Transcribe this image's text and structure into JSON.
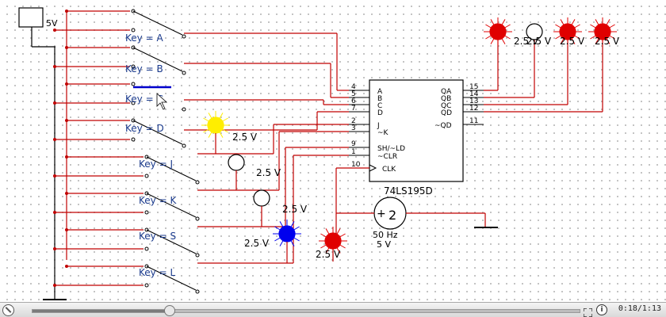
{
  "circuit": {
    "source_voltage": "5V",
    "keys": [
      {
        "label": "Key = A"
      },
      {
        "label": "Key = B"
      },
      {
        "label": "Key = C"
      },
      {
        "label": "Key = D"
      },
      {
        "label": "Key = J"
      },
      {
        "label": "Key = K"
      },
      {
        "label": "Key = S"
      },
      {
        "label": "Key = L"
      }
    ],
    "chip": {
      "name": "74LS195D",
      "left_pins": [
        {
          "num": "4",
          "name": "A"
        },
        {
          "num": "5",
          "name": "B"
        },
        {
          "num": "6",
          "name": "C"
        },
        {
          "num": "7",
          "name": "D"
        },
        {
          "num": "2",
          "name": "J"
        },
        {
          "num": "3",
          "name": "~K"
        },
        {
          "num": "9",
          "name": "SH/~LD"
        },
        {
          "num": "1",
          "name": "~CLR"
        },
        {
          "num": "10",
          "name": "CLK"
        }
      ],
      "right_pins": [
        {
          "num": "15",
          "name": "QA"
        },
        {
          "num": "14",
          "name": "QB"
        },
        {
          "num": "13",
          "name": "QC"
        },
        {
          "num": "12",
          "name": "QD"
        },
        {
          "num": "11",
          "name": "~QD"
        }
      ]
    },
    "probes": [
      {
        "label": "2.5 V",
        "state": "red"
      },
      {
        "label": "2.5 V",
        "state": "off"
      },
      {
        "label": "2.5 V",
        "state": "red"
      },
      {
        "label": "2.5 V",
        "state": "red"
      },
      {
        "label": "2.5 V",
        "state": "yellow"
      },
      {
        "label": "2.5 V",
        "state": "off"
      },
      {
        "label": "2.5 V",
        "state": "off"
      },
      {
        "label": "2.5 V",
        "state": "blue"
      },
      {
        "label": "2.5 V",
        "state": "red"
      }
    ],
    "clock": {
      "frequency": "50 Hz",
      "amplitude": "5 V"
    }
  },
  "player": {
    "time": "0:18/1:13",
    "progress": 0.25,
    "icons": [
      "mute-icon",
      "fullscreen-icon",
      "info-icon"
    ]
  },
  "colors": {
    "wire": "#c00000",
    "wire_blue": "#0000cc",
    "probe_red": "#e00000",
    "probe_yellow": "#ffee00",
    "probe_blue": "#0000ee"
  }
}
